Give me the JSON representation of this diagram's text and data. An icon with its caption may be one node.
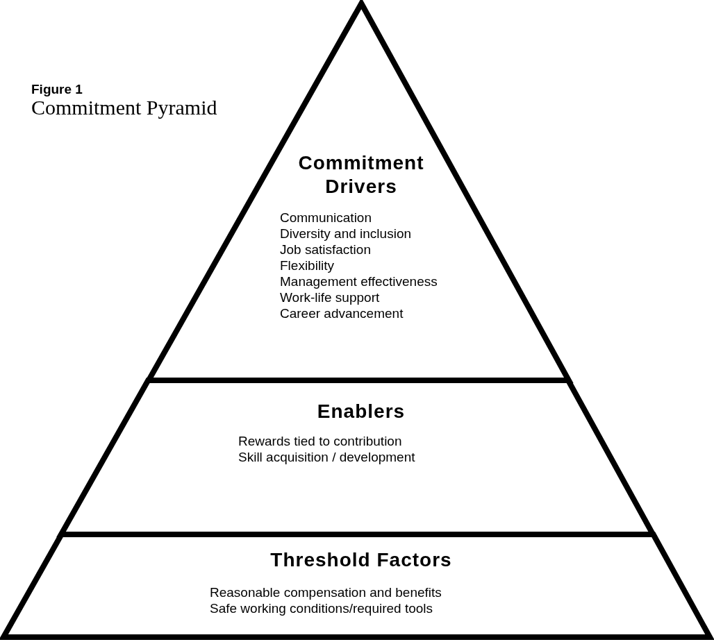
{
  "diagram": {
    "title": "Commitment Pyramid",
    "nodes": [
      {
        "text": [
          "Commitment Drivers",
          "Communication",
          "Diversity and inclusion",
          "Job satisfaction",
          "Flexibility",
          "Management effectiveness",
          "Work-life support",
          "Career advancement"
        ]
      },
      {
        "text": [
          "Enablers",
          "Rewards tied to contribution",
          "Skill acquisition / development"
        ]
      },
      {
        "text": [
          "Threshold Factors",
          "Reasonable compensation and benefits",
          "Safe working conditions/required tools"
        ]
      }
    ],
    "labels": [
      "Figure 1"
    ]
  }
}
